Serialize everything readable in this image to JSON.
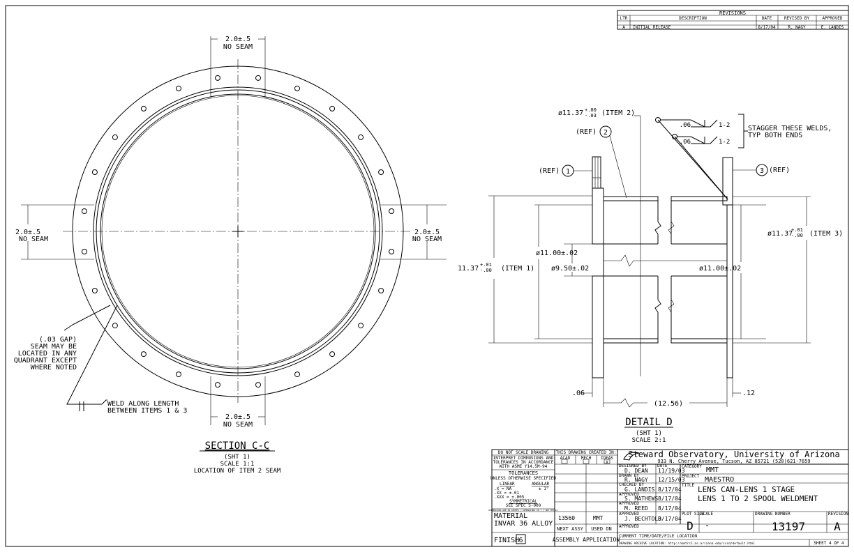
{
  "revisions": {
    "title": "REVISIONS",
    "headers": [
      "LTR",
      "DESCRIPTION",
      "DATE",
      "REVISED BY",
      "APPROVED"
    ],
    "rows": [
      [
        "A",
        "INITIAL RELEASE",
        "8/17/04",
        "R. NAGY",
        "E. LANDIS"
      ]
    ]
  },
  "section": {
    "title": "SECTION C-C",
    "sheet": "(SHT 1)",
    "scale": "SCALE 1:1",
    "caption": "LOCATION OF ITEM 2 SEAM",
    "dim_value": "2.0±.5",
    "dim_note": "NO SEAM",
    "gap_notes": [
      "(.03 GAP)",
      "SEAM MAY BE",
      "LOCATED IN ANY",
      "QUADRANT EXCEPT",
      "WHERE NOTED"
    ],
    "weld_notes": [
      "WELD ALONG LENGTH",
      "BETWEEN ITEMS 1 & 3"
    ]
  },
  "detail": {
    "title": "DETAIL D",
    "sheet": "(SHT 1)",
    "scale": "SCALE 2:1",
    "dim_item2": "ø11.37",
    "dim_item2_tol_top": "+.00",
    "dim_item2_tol_bot": "-.03",
    "dim_item2_label": "(ITEM 2)",
    "ref": "(REF)",
    "balloons": [
      "1",
      "2",
      "3"
    ],
    "weld_size": ".06",
    "weld_pitch": "1-2",
    "weld_notes": [
      "STAGGER THESE WELDS,",
      "TYP BOTH ENDS"
    ],
    "dim_left_outer": "11.37",
    "dim_left_outer_tol_top": "+.01",
    "dim_left_outer_tol_bot": "-.00",
    "dim_left_outer_label": "(ITEM 1)",
    "dim_bore": "ø11.00±.02",
    "dim_inner": "ø9.50±.02",
    "dim_right_inner": "ø11.00±.02",
    "dim_right_outer": "ø11.37",
    "dim_right_outer_tol_top": "+.01",
    "dim_right_outer_tol_bot": "-.00",
    "dim_right_outer_label": "(ITEM 3)",
    "dim_left_thk": ".06",
    "dim_length": "(12.56)",
    "dim_right_thk": ".12"
  },
  "title_block": {
    "do_not_scale": "DO NOT SCALE DRAWING",
    "interpret": [
      "INTERPRET DIMENSIONS AND",
      "TOLERANCES IN ACCORDANCE",
      "WITH ASME Y14.5M-94"
    ],
    "tolerances_title": "TOLERANCES",
    "unless": "UNLESS OTHERWISE SPECIFIED",
    "linear": "LINEAR",
    "angular": "ANGULAR",
    "tol_lines": [
      ".X   = NA",
      ".XX  = ±.01",
      ".XXX = ±.005"
    ],
    "angular_value": "± 1°",
    "symmetrical": "SYMMETRICAL",
    "sym_spec": "SEE SPEC S-000",
    "fine_print": "DIMENSIONS ARE IN INCHES / DIMENSIONS IN [ ] ARE METRIC",
    "material_label": "MATERIAL",
    "material": "INVAR 36 ALLOY",
    "finish_label": "FINISH",
    "finish_value": "6",
    "created_in": "THIS DRAWING CREATED IN:",
    "cad": [
      "ACAD",
      "MECH",
      "IDEAS"
    ],
    "cad_checked": "X",
    "next_assy_value": "13560",
    "used_on_value": "MMT",
    "next_assy": "NEXT ASSY",
    "used_on": "USED ON",
    "assembly_application": "ASSEMBLY APPLICATION",
    "org": "Steward Observatory, University of Arizona",
    "address": "933 N. Cherry Avenue, Tucson, AZ  85721  (520)621-7659",
    "designed_by_label": "DESIGNED BY",
    "designed_by": "D. DEAN",
    "designed_date": "11/19/03",
    "date_label": "DATE",
    "drawn_by_label": "DRAWN BY",
    "drawn_by": "R. NAGY",
    "drawn_date": "12/15/03",
    "checked_label": "CHECKED BY",
    "checked_by": "G. LANDIS",
    "checked_date": "8/17/04",
    "approved_label": "APPROVED",
    "approved1": "S. MATHEWS",
    "approved1_date": "8/17/04",
    "approved2": "M. REED",
    "approved2_date": "8/17/04",
    "approved3": "J. BECHTOLD",
    "approved3_date": "8/17/04",
    "category_label": "CATEGORY",
    "category": "MMT",
    "project_label": "PROJECT",
    "project": "MAESTRO",
    "title_label": "TITLE",
    "title1": "LENS CAN-LENS 1 STAGE",
    "title2": "LENS 1 TO 2 SPOOL WELDMENT",
    "plot_size_label": "PLOT SIZE",
    "plot_size": "D",
    "scale_label": "SCALE",
    "scale": "-",
    "drawing_number_label": "DRAWING NUMBER",
    "drawing_number": "13197",
    "revision_label": "REVISION",
    "revision": "A",
    "current_time": "CURRENT TIME/DATE/FILE LOCATION",
    "archive": "DRAWING ARCHIVE LOCATION: http://mmtrc1.as.arizona.edu/scsd/default.html",
    "sheet": "SHEET 4 OF 4"
  }
}
